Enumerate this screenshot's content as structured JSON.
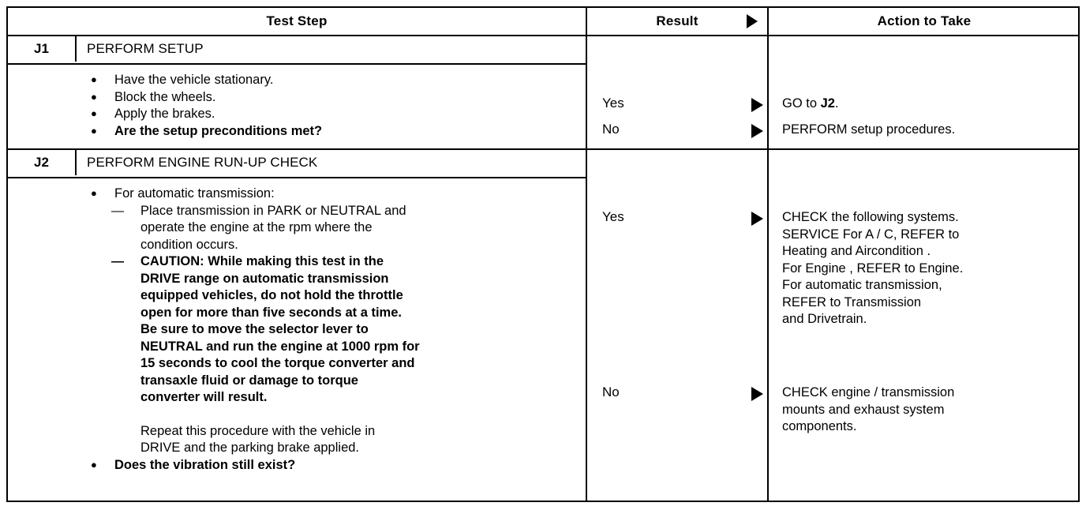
{
  "table": {
    "columns": [
      {
        "id": "test-step",
        "label": "Test Step"
      },
      {
        "id": "result",
        "label": "Result",
        "icon": "triangle-right-icon"
      },
      {
        "id": "action",
        "label": "Action to Take"
      }
    ],
    "steps": [
      {
        "id": "J1",
        "title": "PERFORM SETUP",
        "bullets": [
          {
            "text": "Have the vehicle stationary.",
            "bold": false
          },
          {
            "text": "Block the wheels.",
            "bold": false
          },
          {
            "text": "Apply the brakes.",
            "bold": false
          },
          {
            "text": "Are the setup preconditions met?",
            "bold": true
          }
        ],
        "results": [
          {
            "label": "Yes",
            "icon": "triangle-right-icon",
            "action_lines": [
              "GO to J2."
            ],
            "action_bold_token": "J2"
          },
          {
            "label": "No",
            "icon": "triangle-right-icon",
            "action_lines": [
              "PERFORM setup procedures."
            ]
          }
        ]
      },
      {
        "id": "J2",
        "title": "PERFORM ENGINE RUN-UP CHECK",
        "lead_bullet": "For automatic transmission:",
        "dash_items": [
          {
            "bold": false,
            "lines": [
              "Place transmission in PARK or NEUTRAL and",
              "operate the engine at the rpm where the",
              "condition occurs."
            ]
          },
          {
            "bold": true,
            "lines": [
              "CAUTION: While making this test in the",
              "DRIVE range on automatic transmission",
              "equipped vehicles, do not hold the throttle",
              "open for more than five seconds at a time.",
              "Be sure to move the selector lever to",
              "NEUTRAL and run the engine at 1000 rpm for",
              "15 seconds to cool the torque converter and",
              "transaxle fluid or damage to torque",
              "converter will result."
            ]
          }
        ],
        "closing_paragraph": [
          "Repeat this procedure with the vehicle in",
          "DRIVE and the parking brake applied."
        ],
        "final_bullet": {
          "text": "Does the vibration still exist?",
          "bold": true
        },
        "results": [
          {
            "label": "Yes",
            "icon": "triangle-right-icon",
            "action_lines": [
              "CHECK the following systems.",
              "SERVICE  For A / C, REFER to",
              "Heating and Aircondition .",
              "For Engine , REFER to Engine.",
              "For automatic transmission,",
              "REFER to Transmission",
              "and Drivetrain."
            ]
          },
          {
            "label": "No",
            "icon": "triangle-right-icon",
            "action_lines": [
              "CHECK engine / transmission",
              "mounts and exhaust system",
              "components."
            ]
          }
        ]
      }
    ]
  },
  "colors": {
    "ink": "#000000",
    "paper": "#ffffff"
  }
}
